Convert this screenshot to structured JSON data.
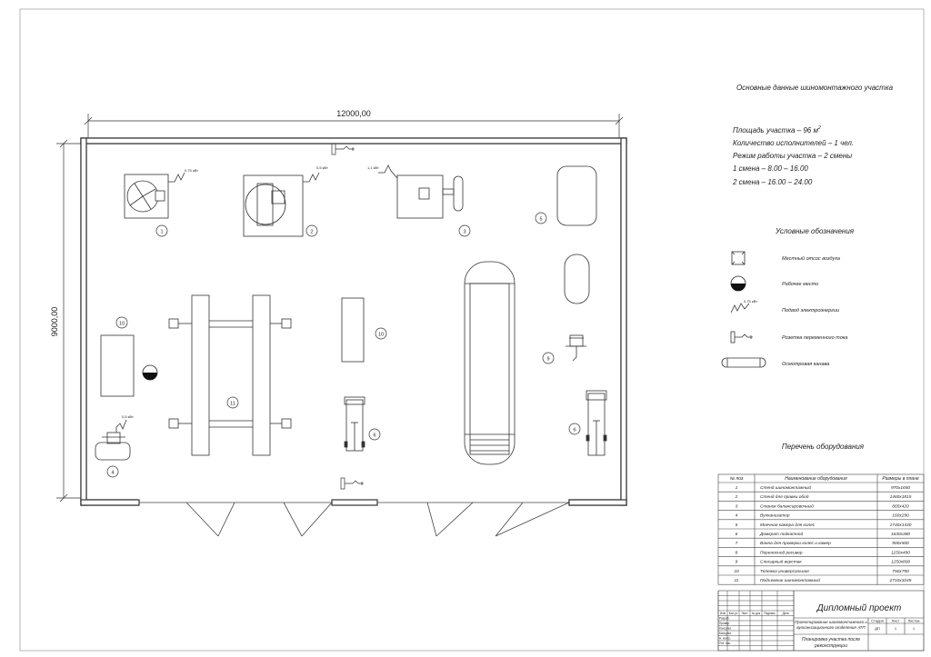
{
  "plan": {
    "width_dim": "12000,00",
    "height_dim": "9000,00",
    "position_numbers": [
      "1",
      "2",
      "3",
      "4",
      "5",
      "6",
      "6",
      "9",
      "10",
      "10",
      "11"
    ],
    "power_labels": [
      "0,75 кВт",
      "0,5 кВт",
      "1,1 кВт",
      "0,5 кВт"
    ]
  },
  "info": {
    "title": "Основные данные шиномонтажного участка",
    "lines": [
      "Площадь участка – 96 м",
      "Количество исполнителей – 1 чел.",
      "Режим работы участка – 2 смены",
      "1 смена – 8.00 – 16.00",
      "2 смена – 16.00 – 24.00"
    ],
    "area_sup": "2"
  },
  "legend": {
    "title": "Условные обозначения",
    "items": [
      {
        "label": "Местный отсос воздуха"
      },
      {
        "label": "Рабочее место"
      },
      {
        "label": "Подвод электроэнергии",
        "extra": "0,75 кВт"
      },
      {
        "label": "Розетка переменного тока"
      },
      {
        "label": "Осмотровая канава"
      }
    ]
  },
  "equipment": {
    "title": "Перечень оборудования",
    "headers": [
      "№ поз",
      "Наименование оборудования",
      "Размеры в плане"
    ],
    "rows": [
      [
        "1",
        "Стенд шиномонтажный",
        "970х1650"
      ],
      [
        "2",
        "Стенд для правки обод",
        "1460х1815"
      ],
      [
        "3",
        "Станок балансировочный",
        "865х420"
      ],
      [
        "4",
        "Вулканизатор",
        "160х290"
      ],
      [
        "5",
        "Моечная камера для колес",
        "1740х1430"
      ],
      [
        "6",
        "Домкрат подкатной",
        "1630х380"
      ],
      [
        "7",
        "Ванна для проверки колес и камер",
        "900х500"
      ],
      [
        "8",
        "Переносной ресивер",
        "1150х490"
      ],
      [
        "9",
        "Слесарный верстак",
        "1250х800"
      ],
      [
        "10",
        "Тележка универсальная",
        "750х750"
      ],
      [
        "11",
        "Подъемник шиномонтажный",
        "2710х3245"
      ]
    ]
  },
  "stamp": {
    "title": "Дипломный проект",
    "subject": "Проектирование шиномонтажного и вулканизационного отделения АТП",
    "drawing": "Планировка участка после реконструкции",
    "col_headers": [
      "Изм",
      "Кол.уч",
      "Лист",
      "№ док",
      "Подпись",
      "Дата"
    ],
    "role_labels": [
      "Разраб.",
      "Провер.",
      "Консульт.",
      "Консульт.",
      "Н. контр.",
      "Утв. нач."
    ],
    "stage_headers": [
      "Стадия",
      "Лист",
      "Листов"
    ],
    "stage_values": [
      "ДП",
      "1",
      "1"
    ]
  }
}
